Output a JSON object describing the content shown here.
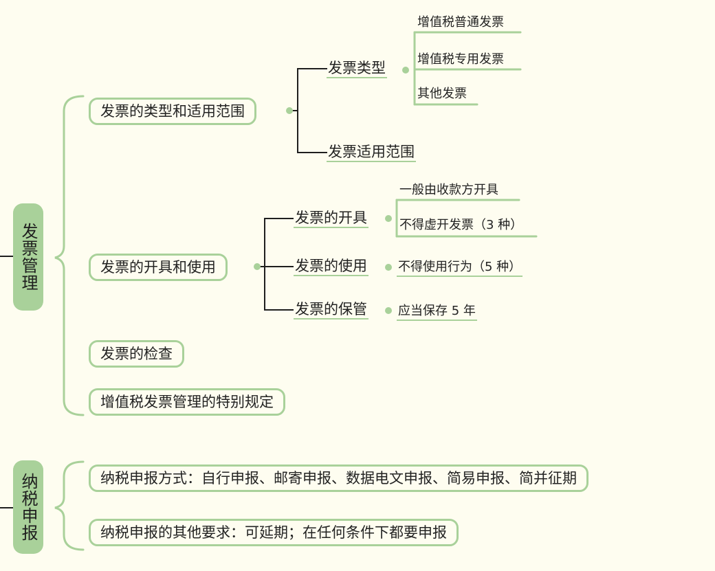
{
  "roots": [
    {
      "label": "发票管理"
    },
    {
      "label": "纳税申报"
    }
  ],
  "invoice": {
    "types_scope": {
      "label": "发票的类型和适用范围",
      "types": {
        "label": "发票类型",
        "items": [
          "增值税普通发票",
          "增值税专用发票",
          "其他发票"
        ]
      },
      "scope": {
        "label": "发票适用范围"
      }
    },
    "issue_use": {
      "label": "发票的开具和使用",
      "issue": {
        "label": "发票的开具",
        "items": [
          "一般由收款方开具",
          "不得虚开发票（3 种）"
        ]
      },
      "use": {
        "label": "发票的使用",
        "items": [
          "不得使用行为（5 种）"
        ]
      },
      "keep": {
        "label": "发票的保管",
        "items": [
          "应当保存 5 年"
        ]
      }
    },
    "check": {
      "label": "发票的检查"
    },
    "special": {
      "label": "增值税发票管理的特别规定"
    }
  },
  "filing": {
    "methods": {
      "label": "纳税申报方式：自行申报、邮寄申报、数据电文申报、简易申报、简并征期"
    },
    "others": {
      "label": "纳税申报的其他要求：可延期；在任何条件下都要申报"
    }
  }
}
